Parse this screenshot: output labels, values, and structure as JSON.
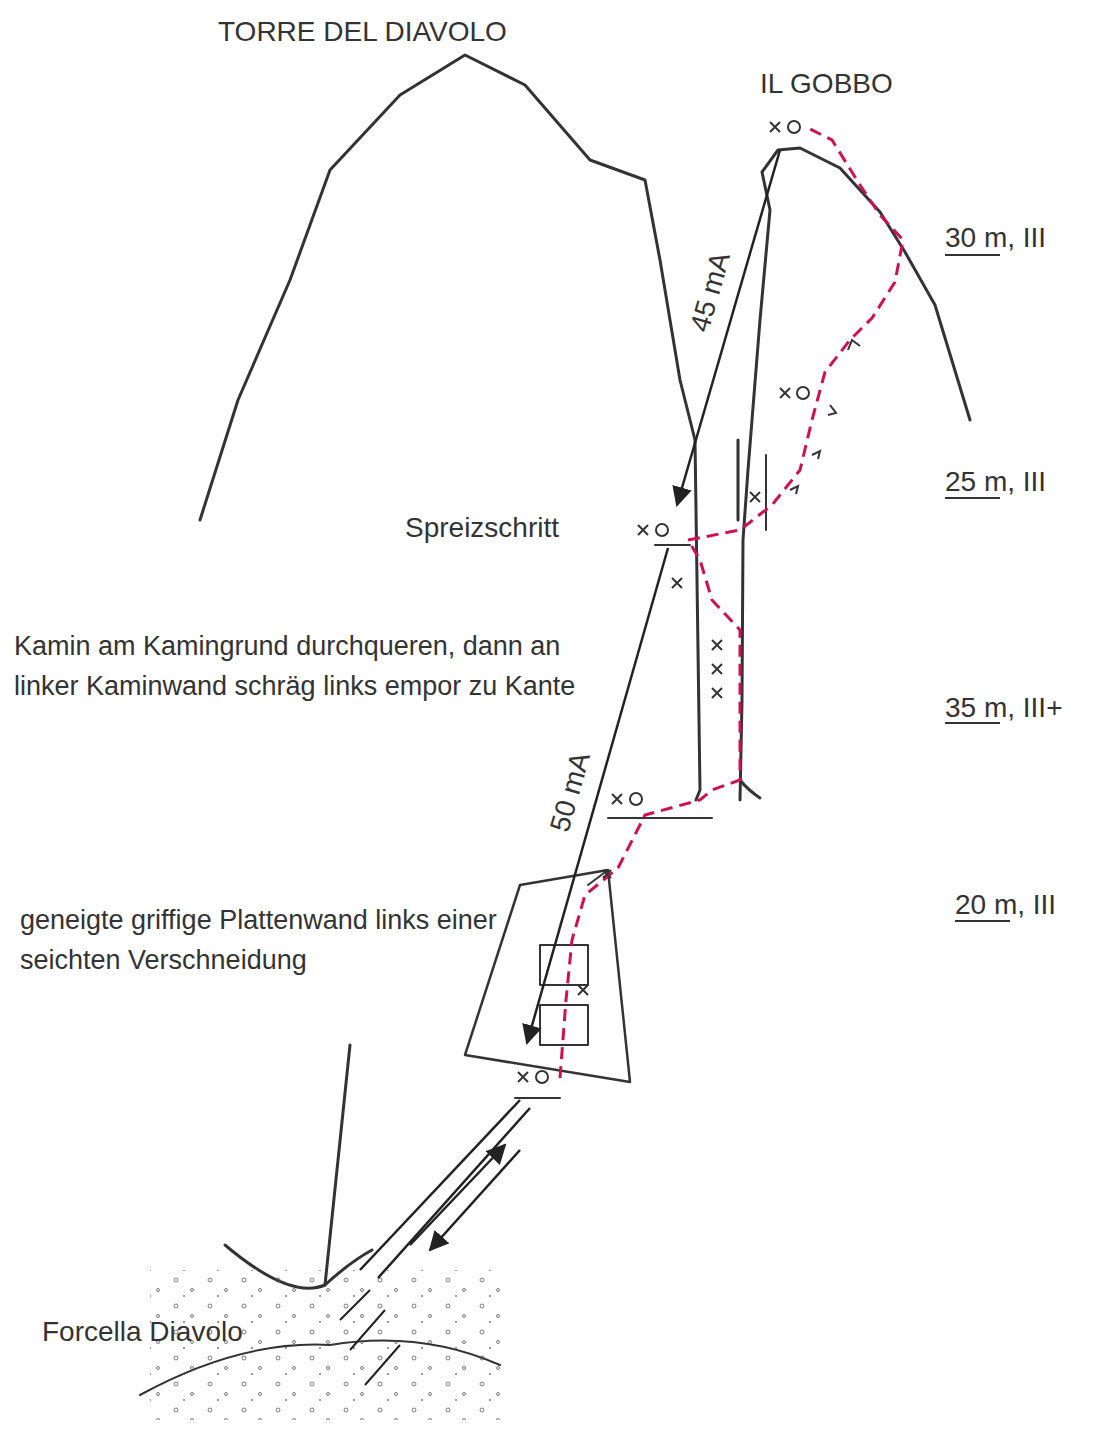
{
  "diagram": {
    "labels": [
      "TORRE DEL DIAVOLO",
      "IL GOBBO",
      "45 mA",
      "Spreizschritt",
      "Kamin am Kamingrund durchqueren, dann an linker Kaminwand schräg links empor zu Kante",
      "50 mA",
      "geneigte griffige Plattenwand links einer seichten Verschneidung",
      "30 m, III",
      "25 m, III",
      "35 m, III+",
      "20 m, III",
      "Forcella Diavolo"
    ]
  }
}
